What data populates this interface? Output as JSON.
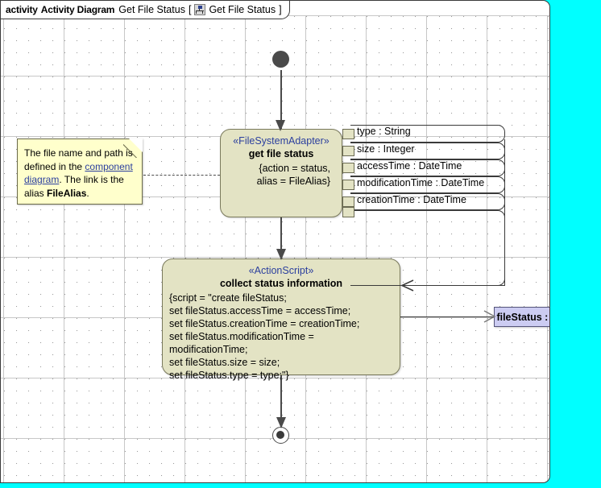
{
  "frame": {
    "kind_keyword": "activity",
    "diagram_type": "Activity Diagram",
    "diagram_name": "Get File Status",
    "bracket_open": "[",
    "bracket_close": "]",
    "qualified_name": "Get File Status",
    "icon": "activity-diagram-icon",
    "canvas_background": "#ffffff",
    "outside_background": "#00ffff"
  },
  "note": {
    "text_part_1": "The file name and path is defined in the ",
    "link_text": "component diagram",
    "text_part_2": ". The link is the alias ",
    "bold_text": "FileAlias",
    "text_part_3": ".",
    "background": "#ffffcc",
    "link_color": "#2b3f9e"
  },
  "initial_node": {
    "name": "initial-node",
    "color": "#4a4a4a"
  },
  "final_node": {
    "name": "activity-final-node",
    "color": "#3a3a3a"
  },
  "action_1": {
    "stereotype": "«FileSystemAdapter»",
    "name": "get file status",
    "body_line_1": "{action = status,",
    "body_line_2": "alias = FileAlias}",
    "fill": "#e3e3c4"
  },
  "action_2": {
    "stereotype": "«ActionScript»",
    "name": "collect status information",
    "body_lines": [
      "{script = \"create fileStatus;",
      "set fileStatus.accessTime = accessTime;",
      "set fileStatus.creationTime = creationTime;",
      "set fileStatus.modificationTime = modificationTime;",
      "set fileStatus.size = size;",
      "set fileStatus.type = type;\"}"
    ],
    "fill": "#e3e3c4"
  },
  "output_pins": [
    {
      "label": "type : String"
    },
    {
      "label": "size : Integer"
    },
    {
      "label": "accessTime : DateTime"
    },
    {
      "label": "modificationTime : DateTime"
    },
    {
      "label": "creationTime : DateTime"
    }
  ],
  "object_node": {
    "label": "fileStatus : FileStatus",
    "fill": "#ccccf2"
  }
}
